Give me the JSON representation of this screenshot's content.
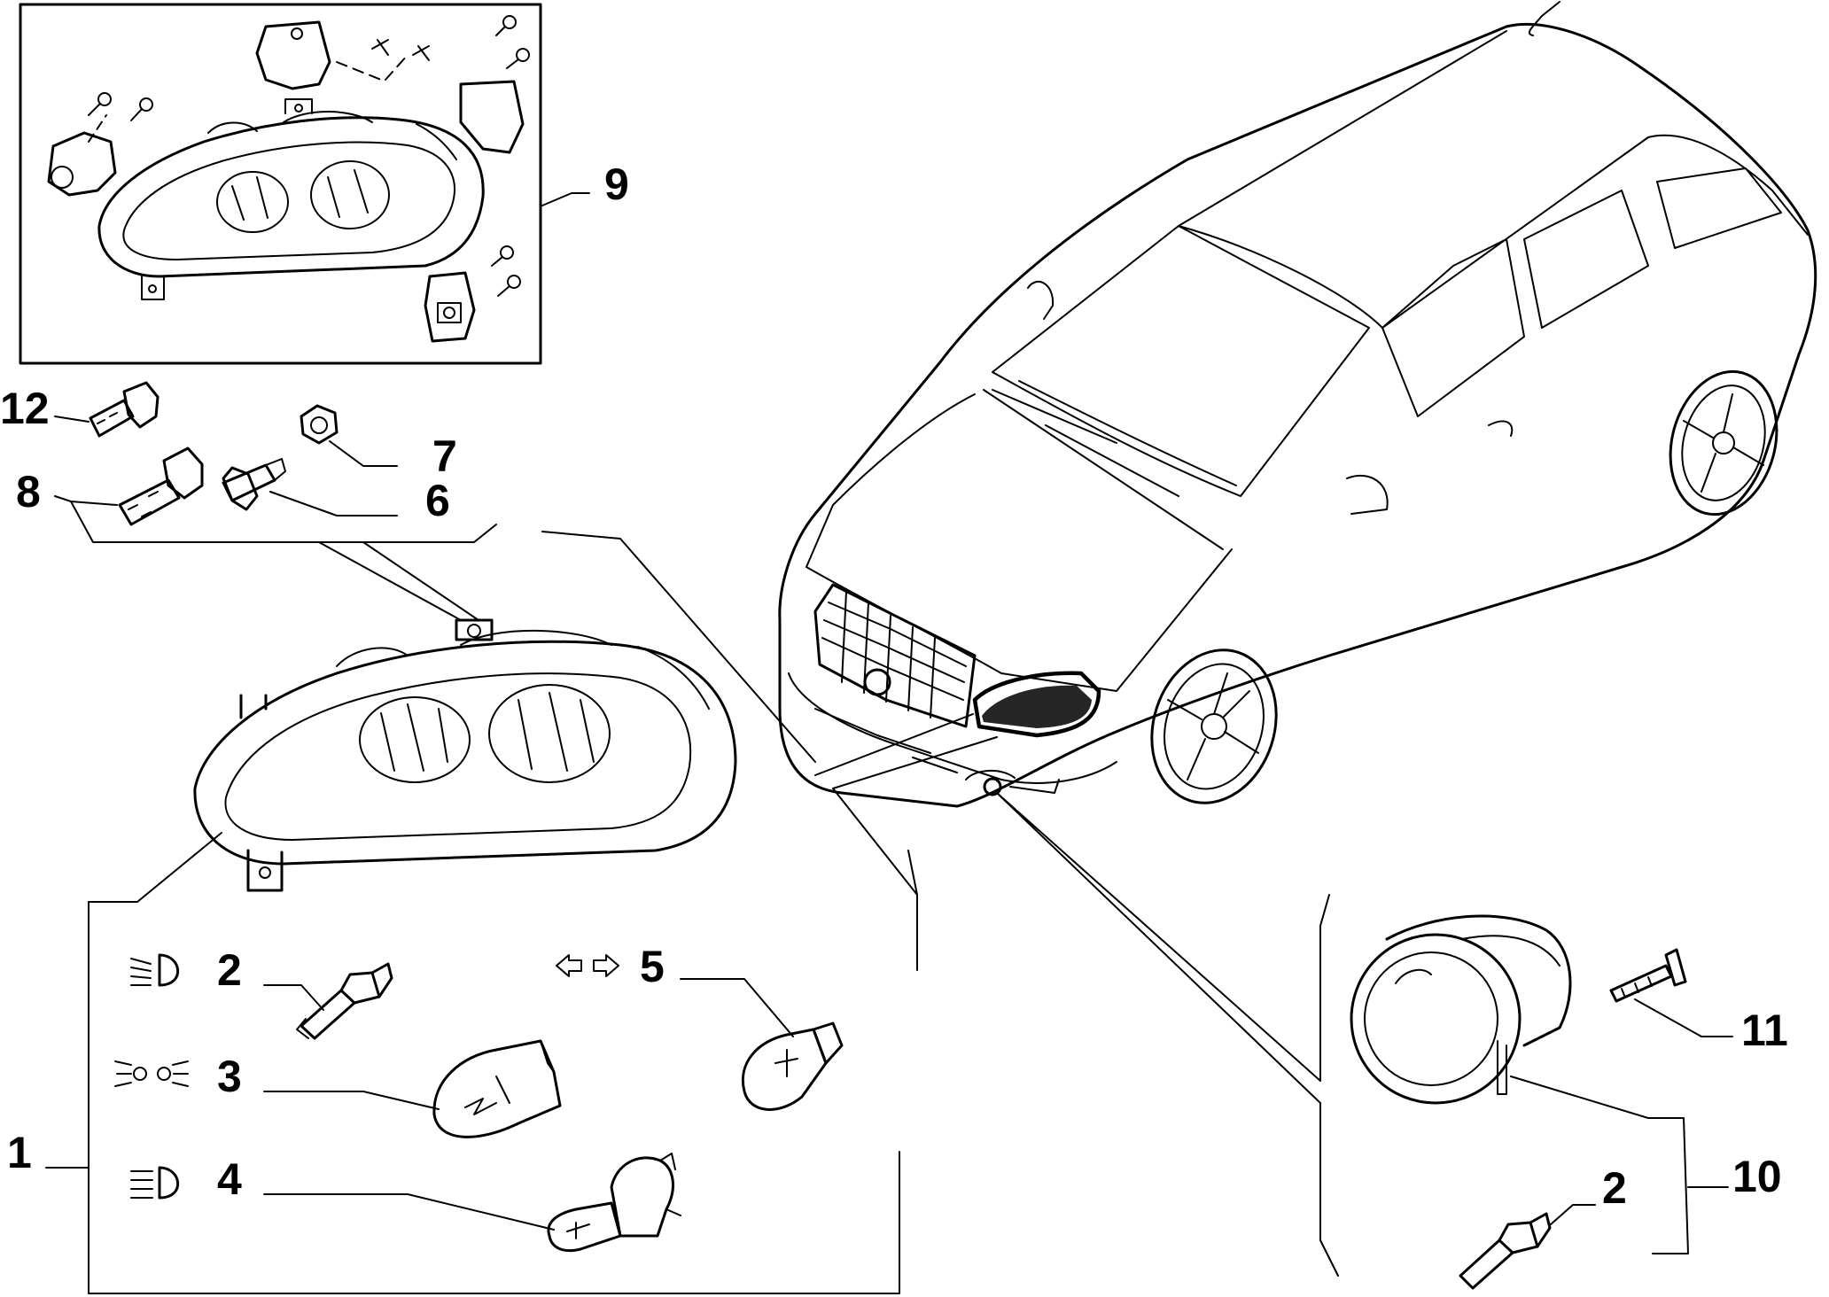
{
  "callouts": {
    "c1": "1",
    "c2a": "2",
    "c2b": "2",
    "c3": "3",
    "c4": "4",
    "c5": "5",
    "c6": "6",
    "c7": "7",
    "c8": "8",
    "c9": "9",
    "c10": "10",
    "c11": "11",
    "c12": "12"
  },
  "icons": {
    "low_beam": "low-beam-symbol-icon",
    "parking_light": "parking-light-symbol-icon",
    "high_beam": "high-beam-symbol-icon",
    "turn_signal": "turn-signal-arrows-icon"
  },
  "colors": {
    "line": "#000000",
    "background": "#ffffff"
  }
}
